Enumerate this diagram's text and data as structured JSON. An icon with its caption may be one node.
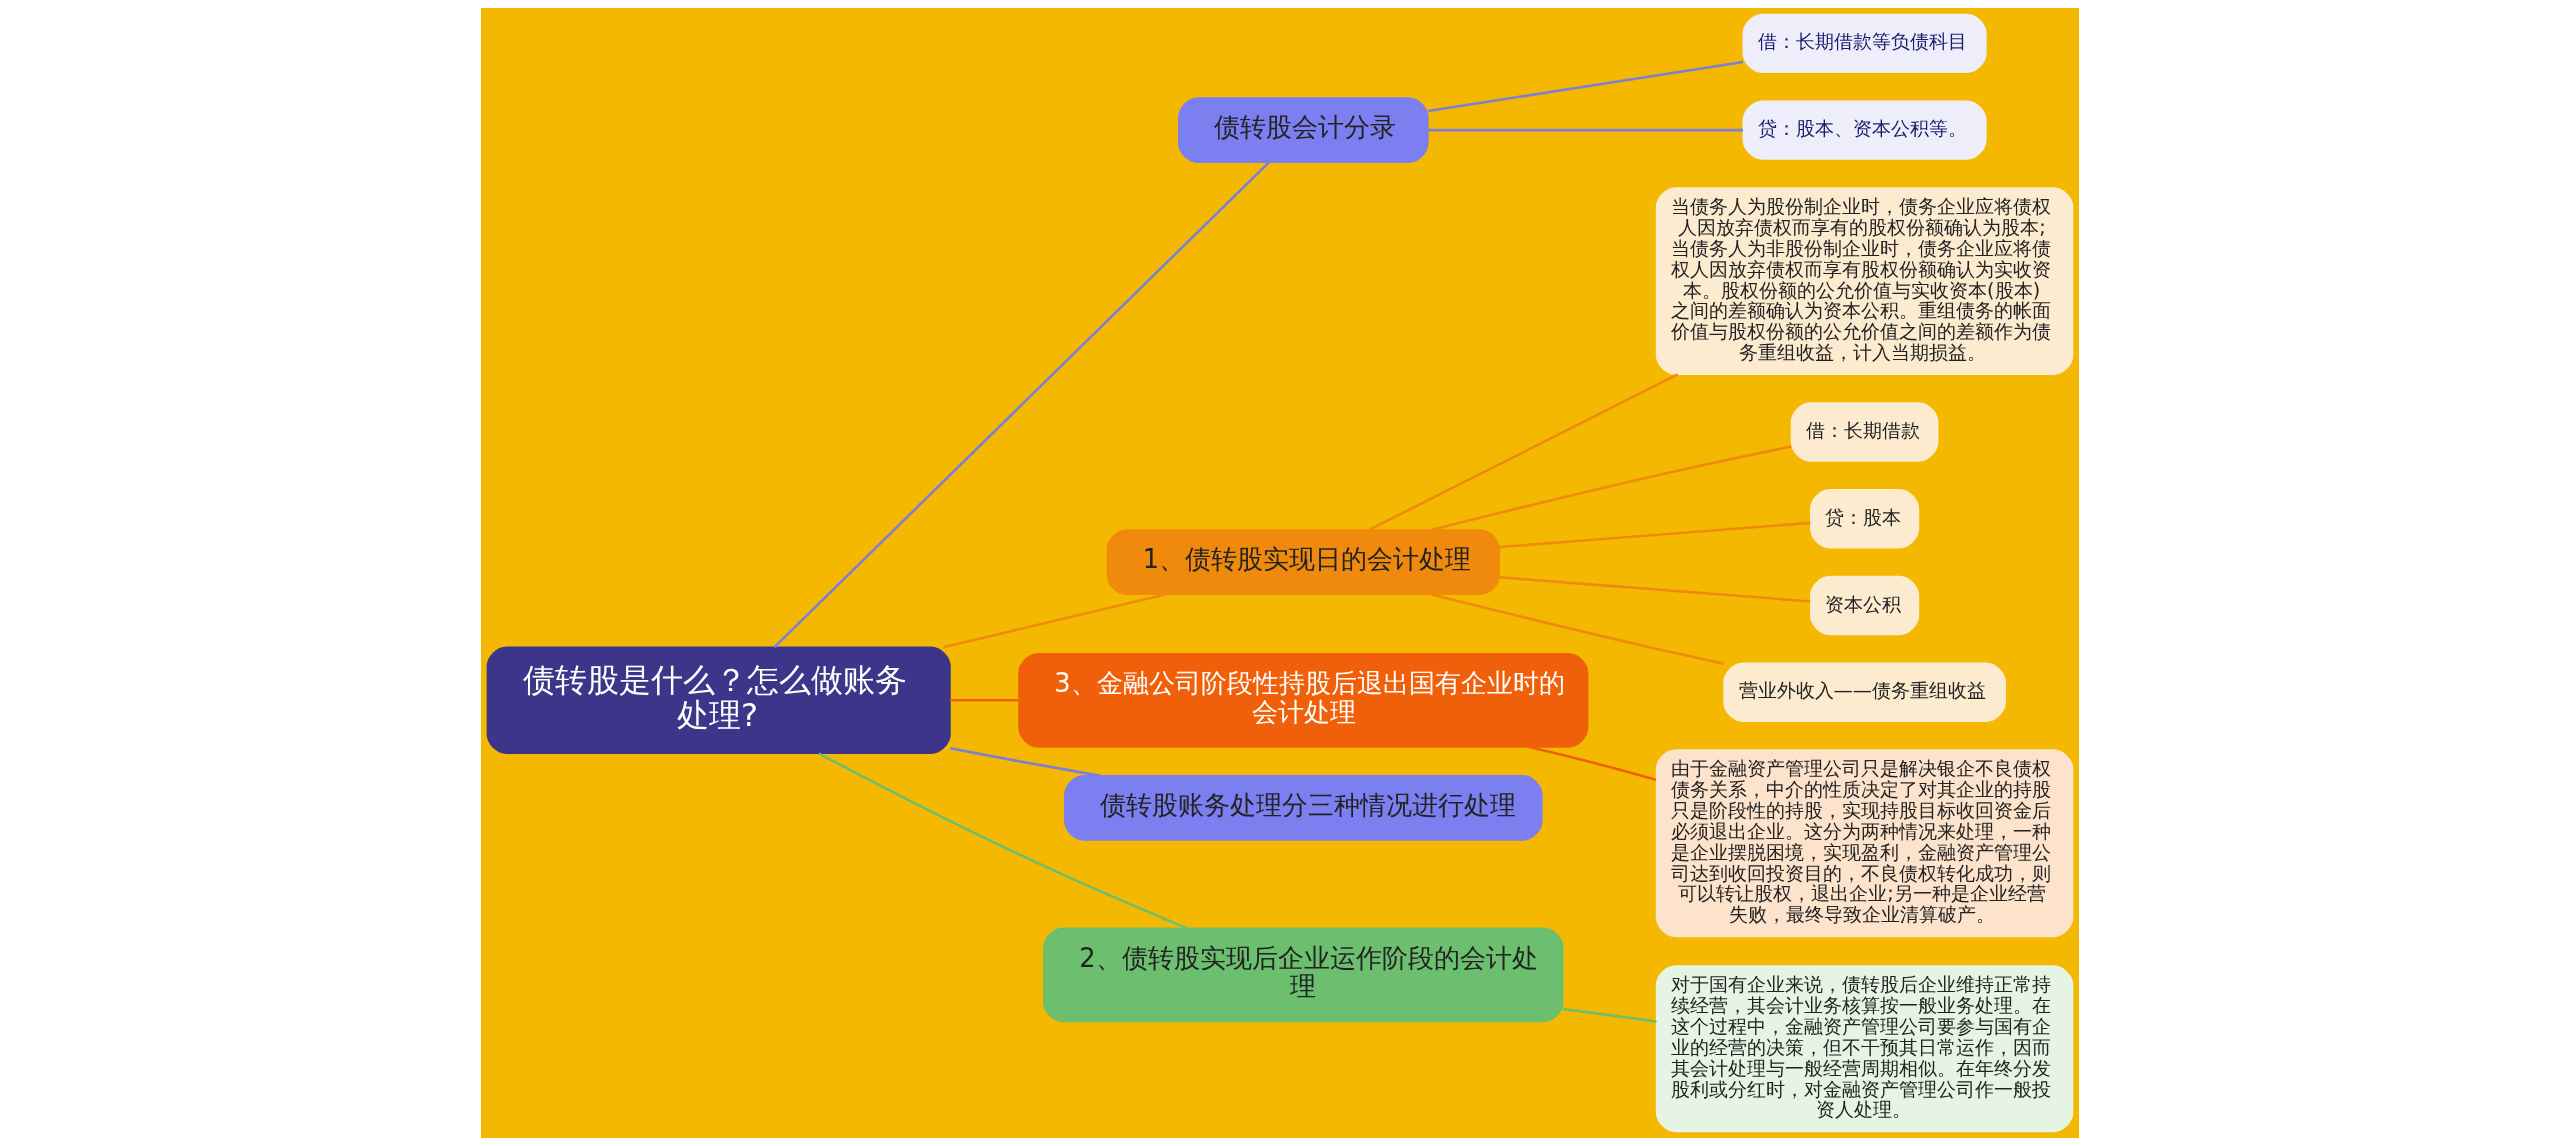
{
  "diagram": {
    "nodes": [
      {
        "text": [
          "债转股是什么？怎么做账务处理?"
        ]
      },
      {
        "text": [
          "债转股会计分录"
        ]
      },
      {
        "text": [
          "借：长期借款等负债科目"
        ]
      },
      {
        "text": [
          "贷：股本、资本公积等。"
        ]
      },
      {
        "text": [
          "1、债转股实现日的会计处理"
        ]
      },
      {
        "text": [
          "当债务人为股份制企业时，债务企业应将债权人因放弃债权而享有的股权份额确认为股本;当债务人为非股份制企业时，债务企业应将债权人因放弃债权而享有股权份额确认为实收资本。股权份额的公允价值与实收资本(股本)之间的差额确认为资本公积。重组债务的帐面价值与股权份额的公允价值之间的差额作为债务重组收益，计入当期损益。"
        ]
      },
      {
        "text": [
          "借：长期借款"
        ]
      },
      {
        "text": [
          "贷：股本"
        ]
      },
      {
        "text": [
          "资本公积"
        ]
      },
      {
        "text": [
          "营业外收入——债务重组收益"
        ]
      },
      {
        "text": [
          "3、金融公司阶段性持股后退出国有企业时的会计处理"
        ]
      },
      {
        "text": [
          "由于金融资产管理公司只是解决银企不良债权债务关系，中介的性质决定了对其企业的持股只是阶段性的持股，实现持股目标收回资金后必须退出企业。这分为两种情况来处理，一种是企业摆脱困境，实现盈利，金融资产管理公司达到收回投资目的，不良债权转化成功，则可以转让股权，退出企业;另一种是企业经营失败，最终导致企业清算破产。"
        ]
      },
      {
        "text": [
          "债转股账务处理分三种情况进行处理"
        ]
      },
      {
        "text": [
          "2、债转股实现后企业运作阶段的会计处理"
        ]
      },
      {
        "text": [
          "对于国有企业来说，债转股后企业维持正常持续经营，其会计业务核算按一般业务处理。在这个过程中，金融资产管理公司要参与国有企业的经营的决策，但不干预其日常运作，因而其会计处理与一般经营周期相似。在年终分发股利或分红时，对金融资产管理公司作一般投资人处理。"
        ]
      }
    ],
    "edges": [
      {
        "from": 0,
        "to": 1,
        "arrow": "none",
        "color": "#7b7fd6"
      },
      {
        "from": 1,
        "to": 2,
        "arrow": "none",
        "color": "#7b7fd6"
      },
      {
        "from": 1,
        "to": 3,
        "arrow": "none",
        "color": "#7b7fd6"
      },
      {
        "from": 0,
        "to": 4,
        "arrow": "none",
        "color": "#ef8a0c"
      },
      {
        "from": 4,
        "to": 5,
        "arrow": "none",
        "color": "#ef8a0c"
      },
      {
        "from": 4,
        "to": 6,
        "arrow": "none",
        "color": "#ef8a0c"
      },
      {
        "from": 4,
        "to": 7,
        "arrow": "none",
        "color": "#ef8a0c"
      },
      {
        "from": 4,
        "to": 8,
        "arrow": "none",
        "color": "#ef8a0c"
      },
      {
        "from": 4,
        "to": 9,
        "arrow": "none",
        "color": "#ef8a0c"
      },
      {
        "from": 0,
        "to": 10,
        "arrow": "none",
        "color": "#f0600a"
      },
      {
        "from": 10,
        "to": 11,
        "arrow": "none",
        "color": "#f0600a"
      },
      {
        "from": 0,
        "to": 12,
        "arrow": "none",
        "color": "#7b7fd6"
      },
      {
        "from": 0,
        "to": 13,
        "arrow": "none",
        "color": "#6bbf6e"
      },
      {
        "from": 13,
        "to": 14,
        "arrow": "none",
        "color": "#6bbf6e"
      }
    ]
  }
}
